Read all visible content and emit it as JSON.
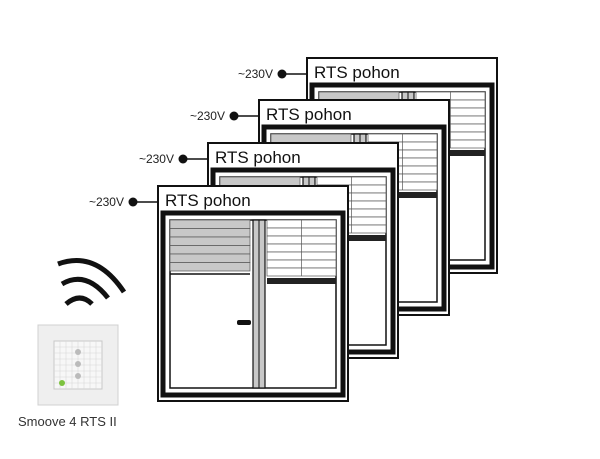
{
  "units": [
    {
      "label": "RTS pohon",
      "voltage": "~230V"
    },
    {
      "label": "RTS pohon",
      "voltage": "~230V"
    },
    {
      "label": "RTS pohon",
      "voltage": "~230V"
    },
    {
      "label": "RTS pohon",
      "voltage": "~230V"
    }
  ],
  "remote": {
    "caption": "Smoove 4 RTS II",
    "icon": "wireless-signal-icon"
  },
  "colors": {
    "frame": "#111111",
    "slat": "#c8c8c8",
    "slat_line": "#555555",
    "remote_body": "#eeeeee",
    "remote_led": "#7cc23f"
  }
}
